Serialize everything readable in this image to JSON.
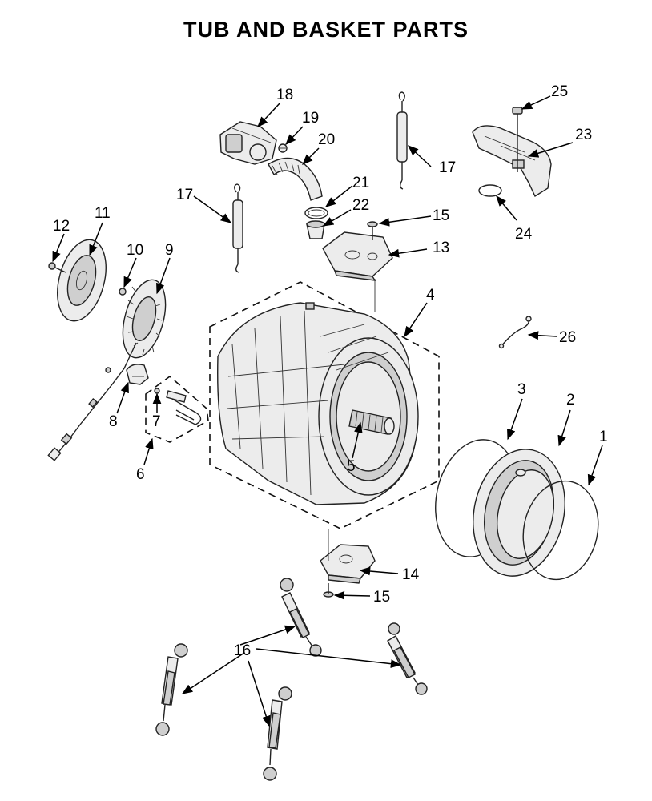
{
  "title": "TUB AND BASKET PARTS",
  "callouts": {
    "c1": "1",
    "c2": "2",
    "c3": "3",
    "c4": "4",
    "c5": "5",
    "c6": "6",
    "c7": "7",
    "c8": "8",
    "c9": "9",
    "c10": "10",
    "c11": "11",
    "c12": "12",
    "c13": "13",
    "c14": "14",
    "c15a": "15",
    "c15b": "15",
    "c16": "16",
    "c17a": "17",
    "c17b": "17",
    "c18": "18",
    "c19": "19",
    "c20": "20",
    "c21": "21",
    "c22": "22",
    "c23": "23",
    "c24": "24",
    "c25": "25",
    "c26": "26"
  }
}
